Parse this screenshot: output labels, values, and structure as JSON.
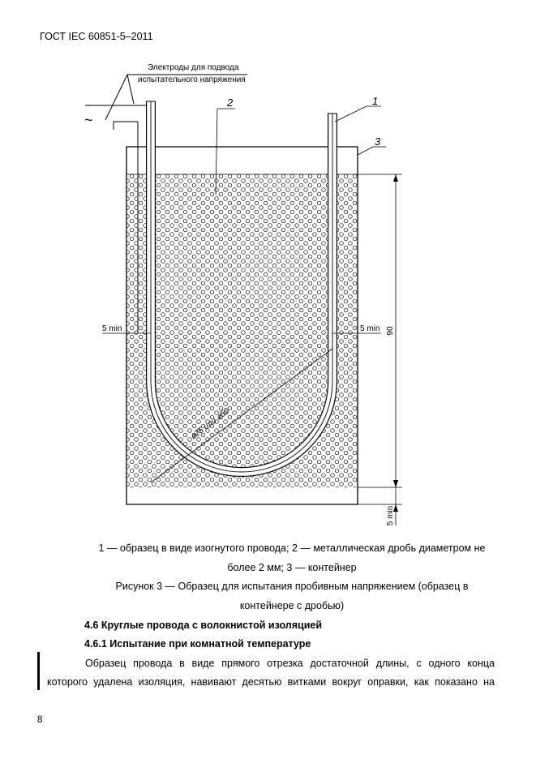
{
  "header": {
    "doc_id": "ГОСТ IEC 60851-5–2011"
  },
  "figure": {
    "electrode_label_line1": "Электроды для подвода",
    "electrode_label_line2": "испытательного напряжения",
    "ac_symbol": "~",
    "callout_1": "1",
    "callout_2": "2",
    "callout_3": "3",
    "dim_left_min": "5 min",
    "dim_right_min": "5 min",
    "dim_height": "90",
    "dim_bottom_min": "5 min",
    "dim_diameter": "⌀25 или ⌀50"
  },
  "caption": {
    "legend_line1": "1 — образец в виде изогнутого провода; 2 — металлическая дробь диаметром не",
    "legend_line2": "более 2 мм; 3 — контейнер",
    "title_line1": "Рисунок 3 — Образец для испытания пробивным напряжением (образец в",
    "title_line2": "контейнере с дробью)"
  },
  "sections": {
    "s46": "4.6 Круглые провода с волокнистой изоляцией",
    "s461": "4.6.1  Испытание при комнатной температуре"
  },
  "body": {
    "line1": "Образец провода в виде прямого отрезка достаточной длины, с одного конца",
    "line2": "которого удалена изоляция, навивают десятью витками вокруг оправки, как показано на"
  },
  "page_number": "8"
}
